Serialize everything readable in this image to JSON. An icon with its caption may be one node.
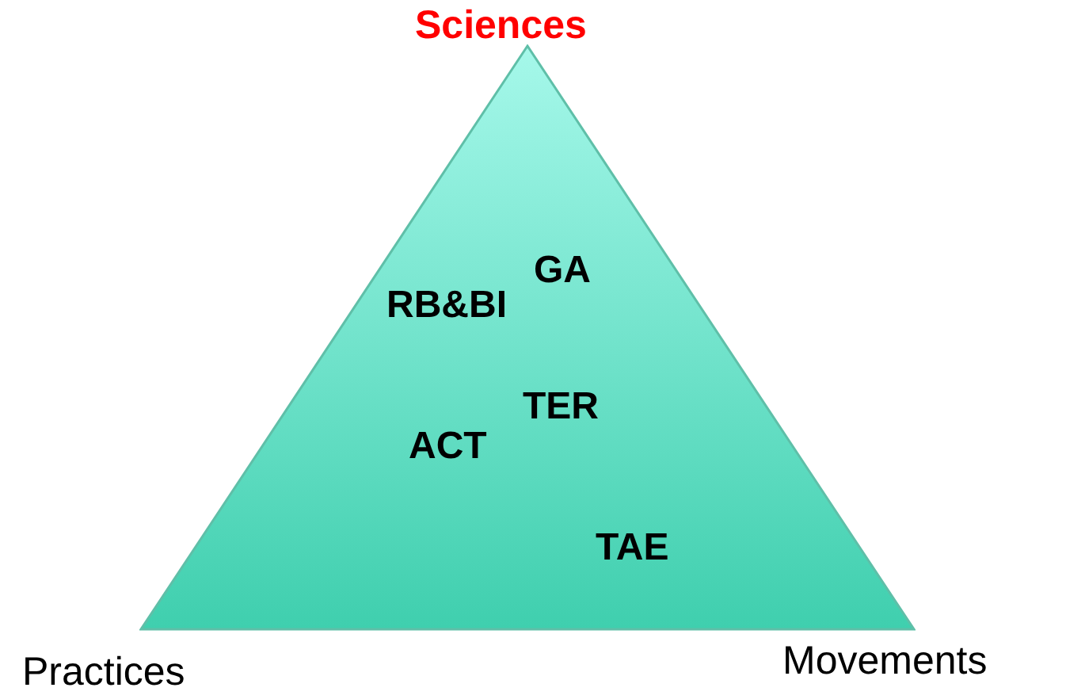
{
  "diagram": {
    "nodes": [
      {
        "text": [
          "GA",
          "RB&BI",
          "TER",
          "ACT",
          "TAE"
        ]
      }
    ],
    "edges": [],
    "labels": [
      "Sciences",
      "Practices",
      "Movements"
    ]
  }
}
